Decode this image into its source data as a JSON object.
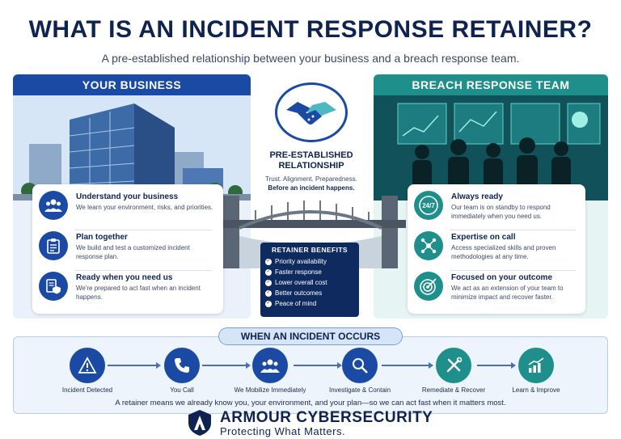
{
  "title": "WHAT IS AN INCIDENT RESPONSE RETAINER?",
  "subtitle": "A pre-established relationship between your business and a breach response team.",
  "left_panel": {
    "header": "YOUR BUSINESS",
    "items": [
      {
        "title": "Understand your business",
        "desc": "We learn your environment, risks, and priorities.",
        "icon": "people-icon"
      },
      {
        "title": "Plan together",
        "desc": "We build and test a customized incident response plan.",
        "icon": "clipboard-icon"
      },
      {
        "title": "Ready when you need us",
        "desc": "We're prepared to act fast when an incident happens.",
        "icon": "shield-document-icon"
      }
    ]
  },
  "right_panel": {
    "header": "BREACH RESPONSE TEAM",
    "items": [
      {
        "title": "Always ready",
        "desc": "Our team is on standby to respond immediately when you need us.",
        "icon": "24-7-icon",
        "badge": "24/7"
      },
      {
        "title": "Expertise on call",
        "desc": "Access specialized skills and proven methodologies at any time.",
        "icon": "network-icon"
      },
      {
        "title": "Focused on your outcome",
        "desc": "We act as an extension of your team to minimize impact and recover faster.",
        "icon": "target-icon"
      }
    ]
  },
  "center": {
    "title_line1": "PRE-ESTABLISHED",
    "title_line2": "RELATIONSHIP",
    "sub_line1": "Trust. Alignment. Preparedness.",
    "sub_line2": "Before an incident happens."
  },
  "benefits": {
    "header": "RETAINER BENEFITS",
    "items": [
      "Priority availability",
      "Faster response",
      "Lower overall cost",
      "Better outcomes",
      "Peace of mind"
    ]
  },
  "incident": {
    "header": "WHEN AN INCIDENT OCCURS",
    "steps": [
      {
        "label": "Incident Detected",
        "icon": "warning-icon"
      },
      {
        "label": "You Call",
        "icon": "phone-icon"
      },
      {
        "label": "We Mobilize Immediately",
        "icon": "team-icon"
      },
      {
        "label": "Investigate & Contain",
        "icon": "magnifier-icon"
      },
      {
        "label": "Remediate & Recover",
        "icon": "tools-icon"
      },
      {
        "label": "Learn & Improve",
        "icon": "bar-chart-icon"
      }
    ],
    "closing": "A retainer means we already know you, your environment, and your plan—so we can act fast when it matters most."
  },
  "brand": {
    "name": "ARMOUR CYBERSECURITY",
    "tagline": "Protecting What Matters."
  },
  "colors": {
    "navy": "#0f2350",
    "blue": "#1a4aa3",
    "teal": "#1f8f8b",
    "light_blue": "#eaf1fb",
    "light_teal": "#e6f4f3"
  }
}
